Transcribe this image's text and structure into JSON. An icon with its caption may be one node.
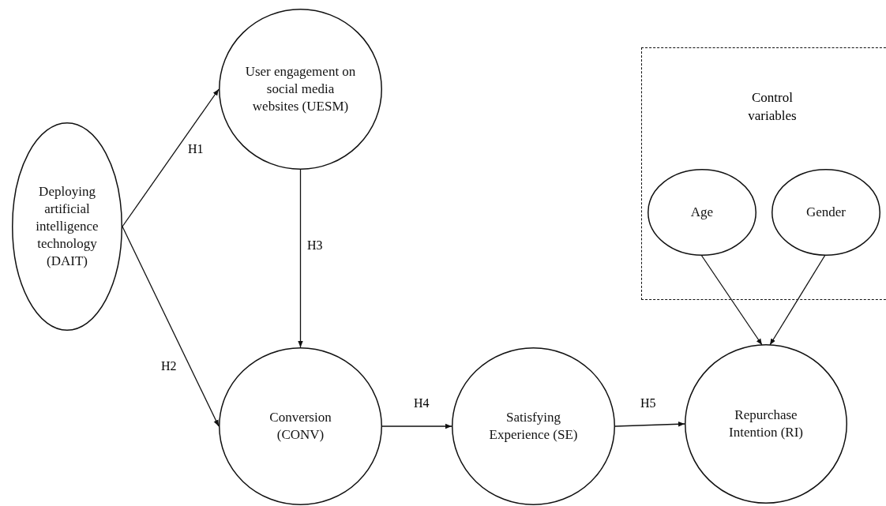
{
  "diagram": {
    "nodes": [
      {
        "text": [
          "Deploying artificial intelligence technology (DAIT)"
        ]
      },
      {
        "text": [
          "User engagement on social media websites (UESM)"
        ]
      },
      {
        "text": [
          "Control variables"
        ]
      },
      {
        "text": [
          "Age"
        ],
        "in": 2
      },
      {
        "text": [
          "Gender"
        ],
        "in": 2
      },
      {
        "text": [
          "Conversion (CONV)"
        ]
      },
      {
        "text": [
          "Satisfying Experience (SE)"
        ]
      },
      {
        "text": [
          "Repurchase Intention (RI)"
        ]
      }
    ],
    "edges": [
      {
        "from": 0,
        "to": 1,
        "arrow": "to",
        "label": "H1"
      },
      {
        "from": 0,
        "to": 5,
        "arrow": "to",
        "label": "H2"
      },
      {
        "from": 1,
        "to": 5,
        "arrow": "to",
        "label": "H3"
      },
      {
        "from": 5,
        "to": 6,
        "arrow": "to",
        "label": "H4"
      },
      {
        "from": 6,
        "to": 7,
        "arrow": "to",
        "label": "H5"
      },
      {
        "from": 3,
        "to": 7,
        "arrow": "to"
      },
      {
        "from": 4,
        "to": 7,
        "arrow": "to"
      }
    ]
  }
}
